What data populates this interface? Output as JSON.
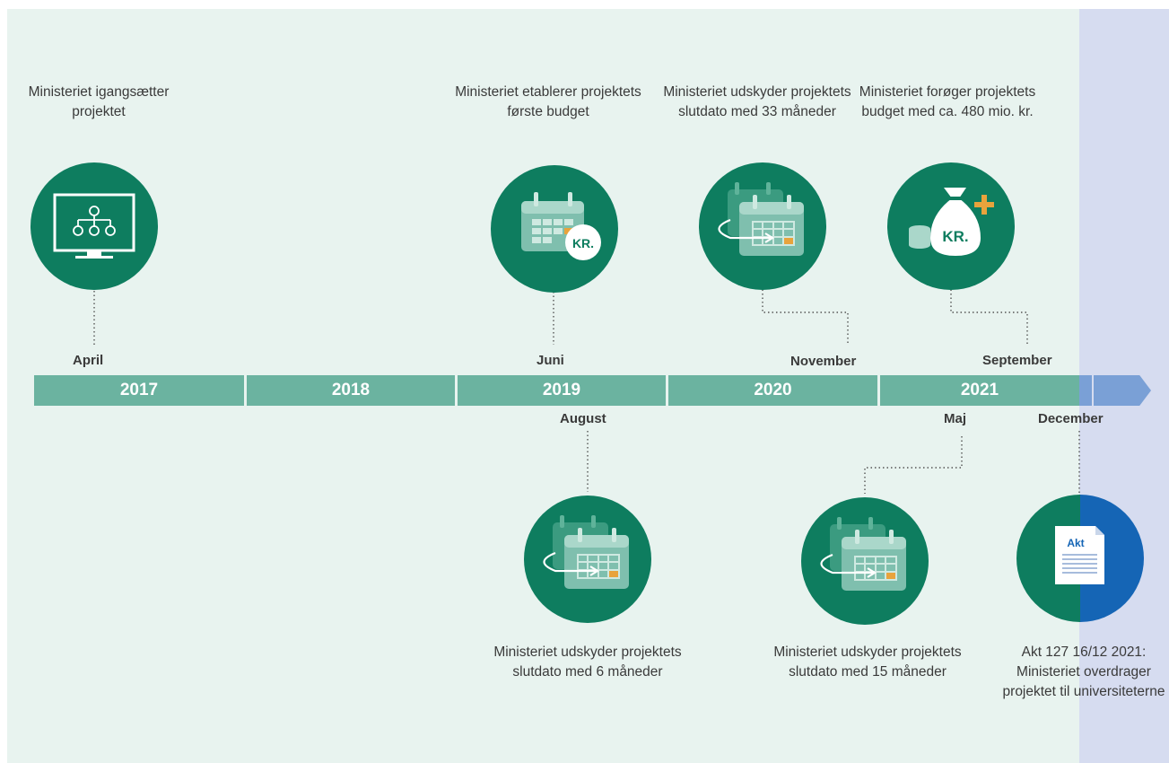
{
  "years": [
    "2017",
    "2018",
    "2019",
    "2020",
    "2021"
  ],
  "months": {
    "april": "April",
    "juni": "Juni",
    "november": "November",
    "september": "September",
    "august": "August",
    "maj": "Maj",
    "december": "December"
  },
  "events": {
    "e2017_april": "Ministeriet igangsætter projektet",
    "e2019_juni": "Ministeriet etablerer projektets første budget",
    "e2020_november": "Ministeriet udskyder projektets slutdato med 33 måneder",
    "e2021_september": "Ministeriet forøger projektets budget med ca. 480 mio. kr.",
    "e2019_august": "Ministeriet udskyder projektets slutdato med 6 måneder",
    "e2021_maj": "Ministeriet udskyder projektets slutdato med 15 måneder",
    "e2021_december": "Akt 127 16/12 2021: Ministeriet overdrager projektet til universiteterne"
  },
  "icon_labels": {
    "kr_badge": "KR.",
    "kr_bag": "KR.",
    "document": "Akt"
  },
  "colors": {
    "background": "#e8f3ef",
    "future_background": "#d6dcf0",
    "timeline": "#6bb3a0",
    "circle": "#0e7d5f",
    "future": "#7aa0d6",
    "accent_orange": "#e8a33c",
    "blue": "#1565b5"
  }
}
